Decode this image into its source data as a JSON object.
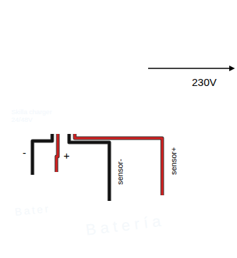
{
  "diagram": {
    "nodes": [
      {
        "text": [
          "Skilla charger 24/48V"
        ]
      },
      {
        "text": [
          "Bater"
        ]
      },
      {
        "text": [
          "Batería"
        ]
      }
    ],
    "edges": [
      {
        "from": 0,
        "to": 1,
        "arrow": "none",
        "label": "-"
      },
      {
        "from": 0,
        "to": 1,
        "arrow": "none",
        "label": "+"
      },
      {
        "from": 0,
        "to": 2,
        "arrow": "none",
        "label": "sensor-"
      },
      {
        "from": 0,
        "to": 2,
        "arrow": "none",
        "label": "sensor+"
      }
    ],
    "labels": [
      "230V"
    ]
  }
}
